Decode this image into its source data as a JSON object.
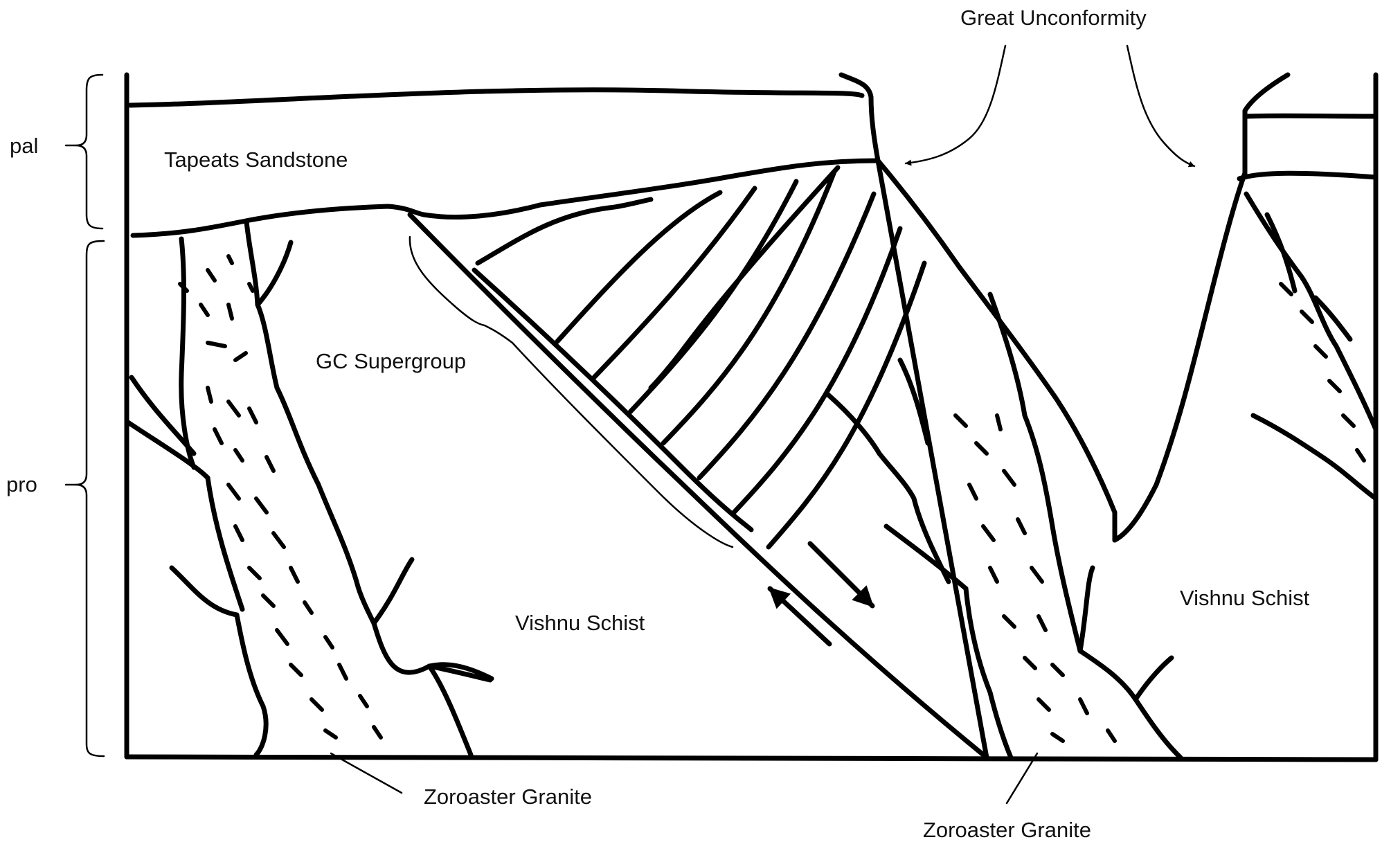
{
  "labels": {
    "tapeats": "Tapeats Sandstone",
    "gc_supergroup": "GC Supergroup",
    "vishnu_left": "Vishnu Schist",
    "vishnu_right": "Vishnu Schist",
    "great_unconformity": "Great Unconformity",
    "zoroaster_left": "Zoroaster Granite",
    "zoroaster_right": "Zoroaster Granite",
    "pal": "pal",
    "pro": "pro"
  }
}
